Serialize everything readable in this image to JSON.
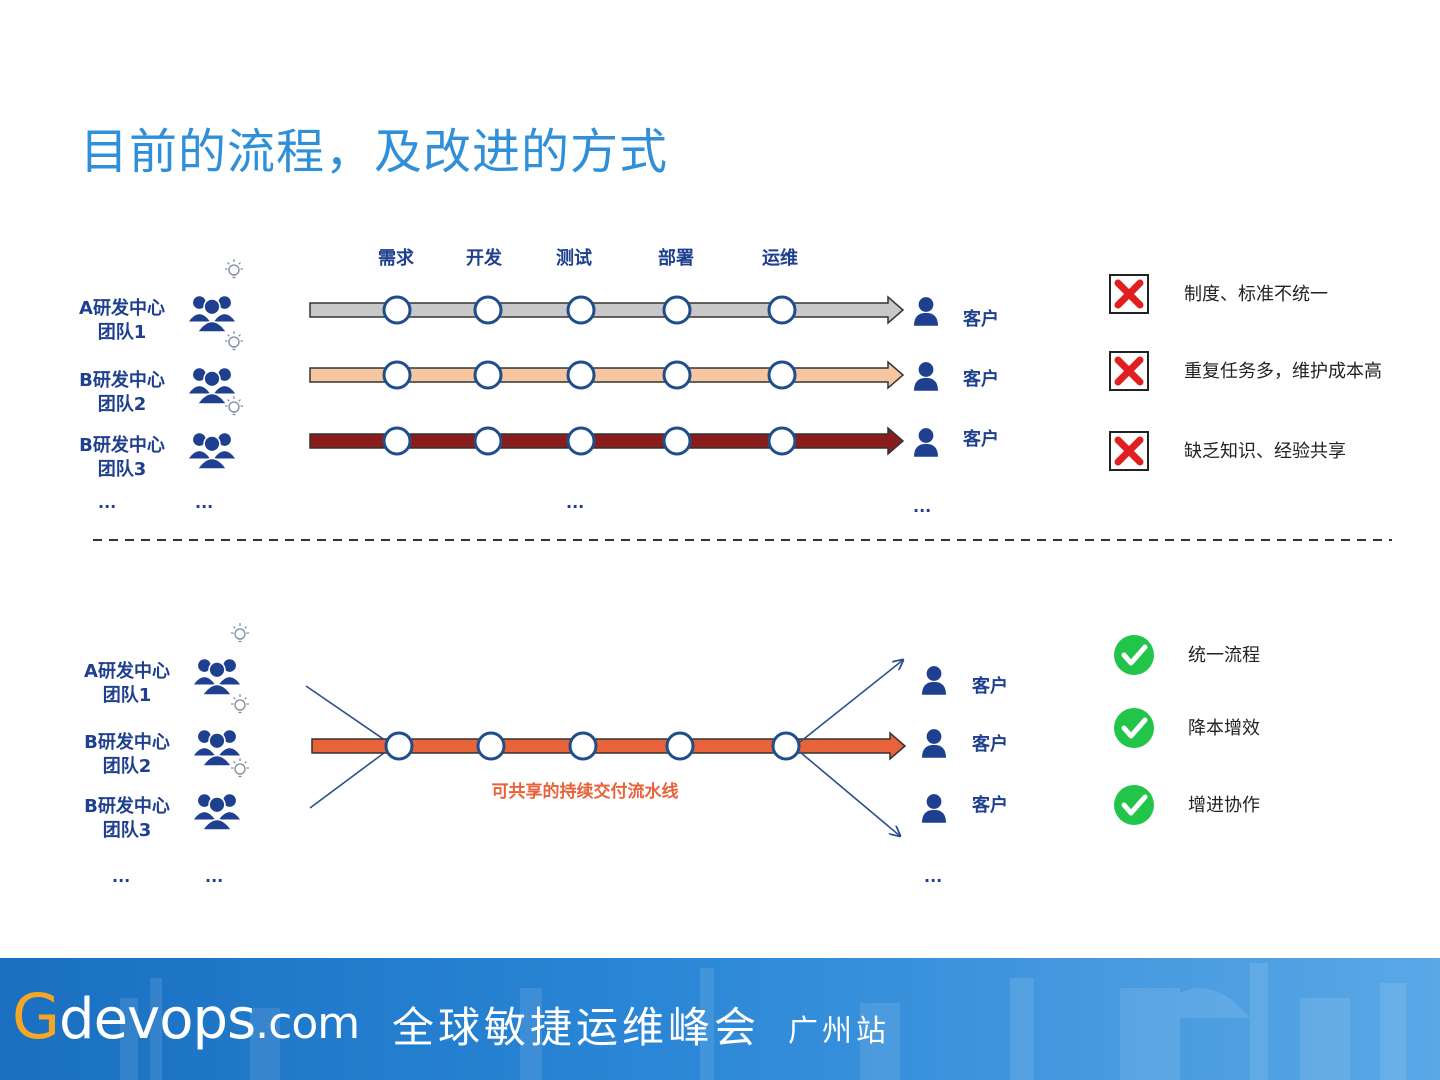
{
  "title": "目前的流程，及改进的方式",
  "stages": [
    "需求",
    "开发",
    "测试",
    "部署",
    "运维"
  ],
  "customer_label": "客户",
  "ellipsis": "...",
  "top_teams": [
    {
      "line1": "A研发中心",
      "line2": "团队1"
    },
    {
      "line1": "B研发中心",
      "line2": "团队2"
    },
    {
      "line1": "B研发中心",
      "line2": "团队3"
    }
  ],
  "bottom_teams": [
    {
      "line1": "A研发中心",
      "line2": "团队1"
    },
    {
      "line1": "B研发中心",
      "line2": "团队2"
    },
    {
      "line1": "B研发中心",
      "line2": "团队3"
    }
  ],
  "pipeline_colors": [
    "#c8c8c8",
    "#f6c6a0",
    "#8b1c1c"
  ],
  "shared_pipeline_color": "#e8623a",
  "shared_pipeline_label": "可共享的持续交付流水线",
  "problems": [
    "制度、标准不统一",
    "重复任务多，维护成本高",
    "缺乏知识、经验共享"
  ],
  "benefits": [
    "统一流程",
    "降本增效",
    "增进协作"
  ],
  "icons": {
    "team": "team-icon",
    "idea": "lightbulb-icon",
    "customer": "person-icon",
    "problem": "red-x-icon",
    "benefit": "green-check-icon"
  },
  "footer": {
    "g": "G",
    "brand": "devops",
    "domain": ".com",
    "event": "全球敏捷运维峰会",
    "city": "广州站"
  }
}
